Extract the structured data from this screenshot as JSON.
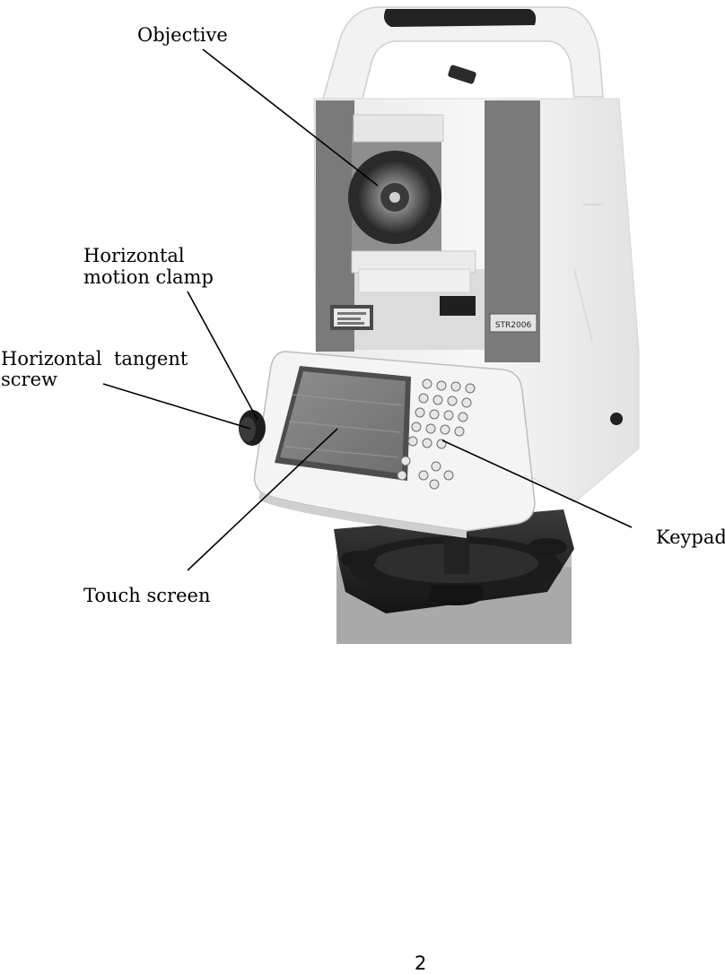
{
  "callouts": {
    "objective": "Objective",
    "horizontal_motion_clamp": [
      "Horizontal",
      "motion clamp"
    ],
    "horizontal_tangent_screw": [
      "Horizontal  tangent",
      "screw"
    ],
    "touch_screen": "Touch screen",
    "keypad": "Keypad"
  },
  "device": {
    "nameplate_label": "STR2006"
  },
  "page_number": "2"
}
